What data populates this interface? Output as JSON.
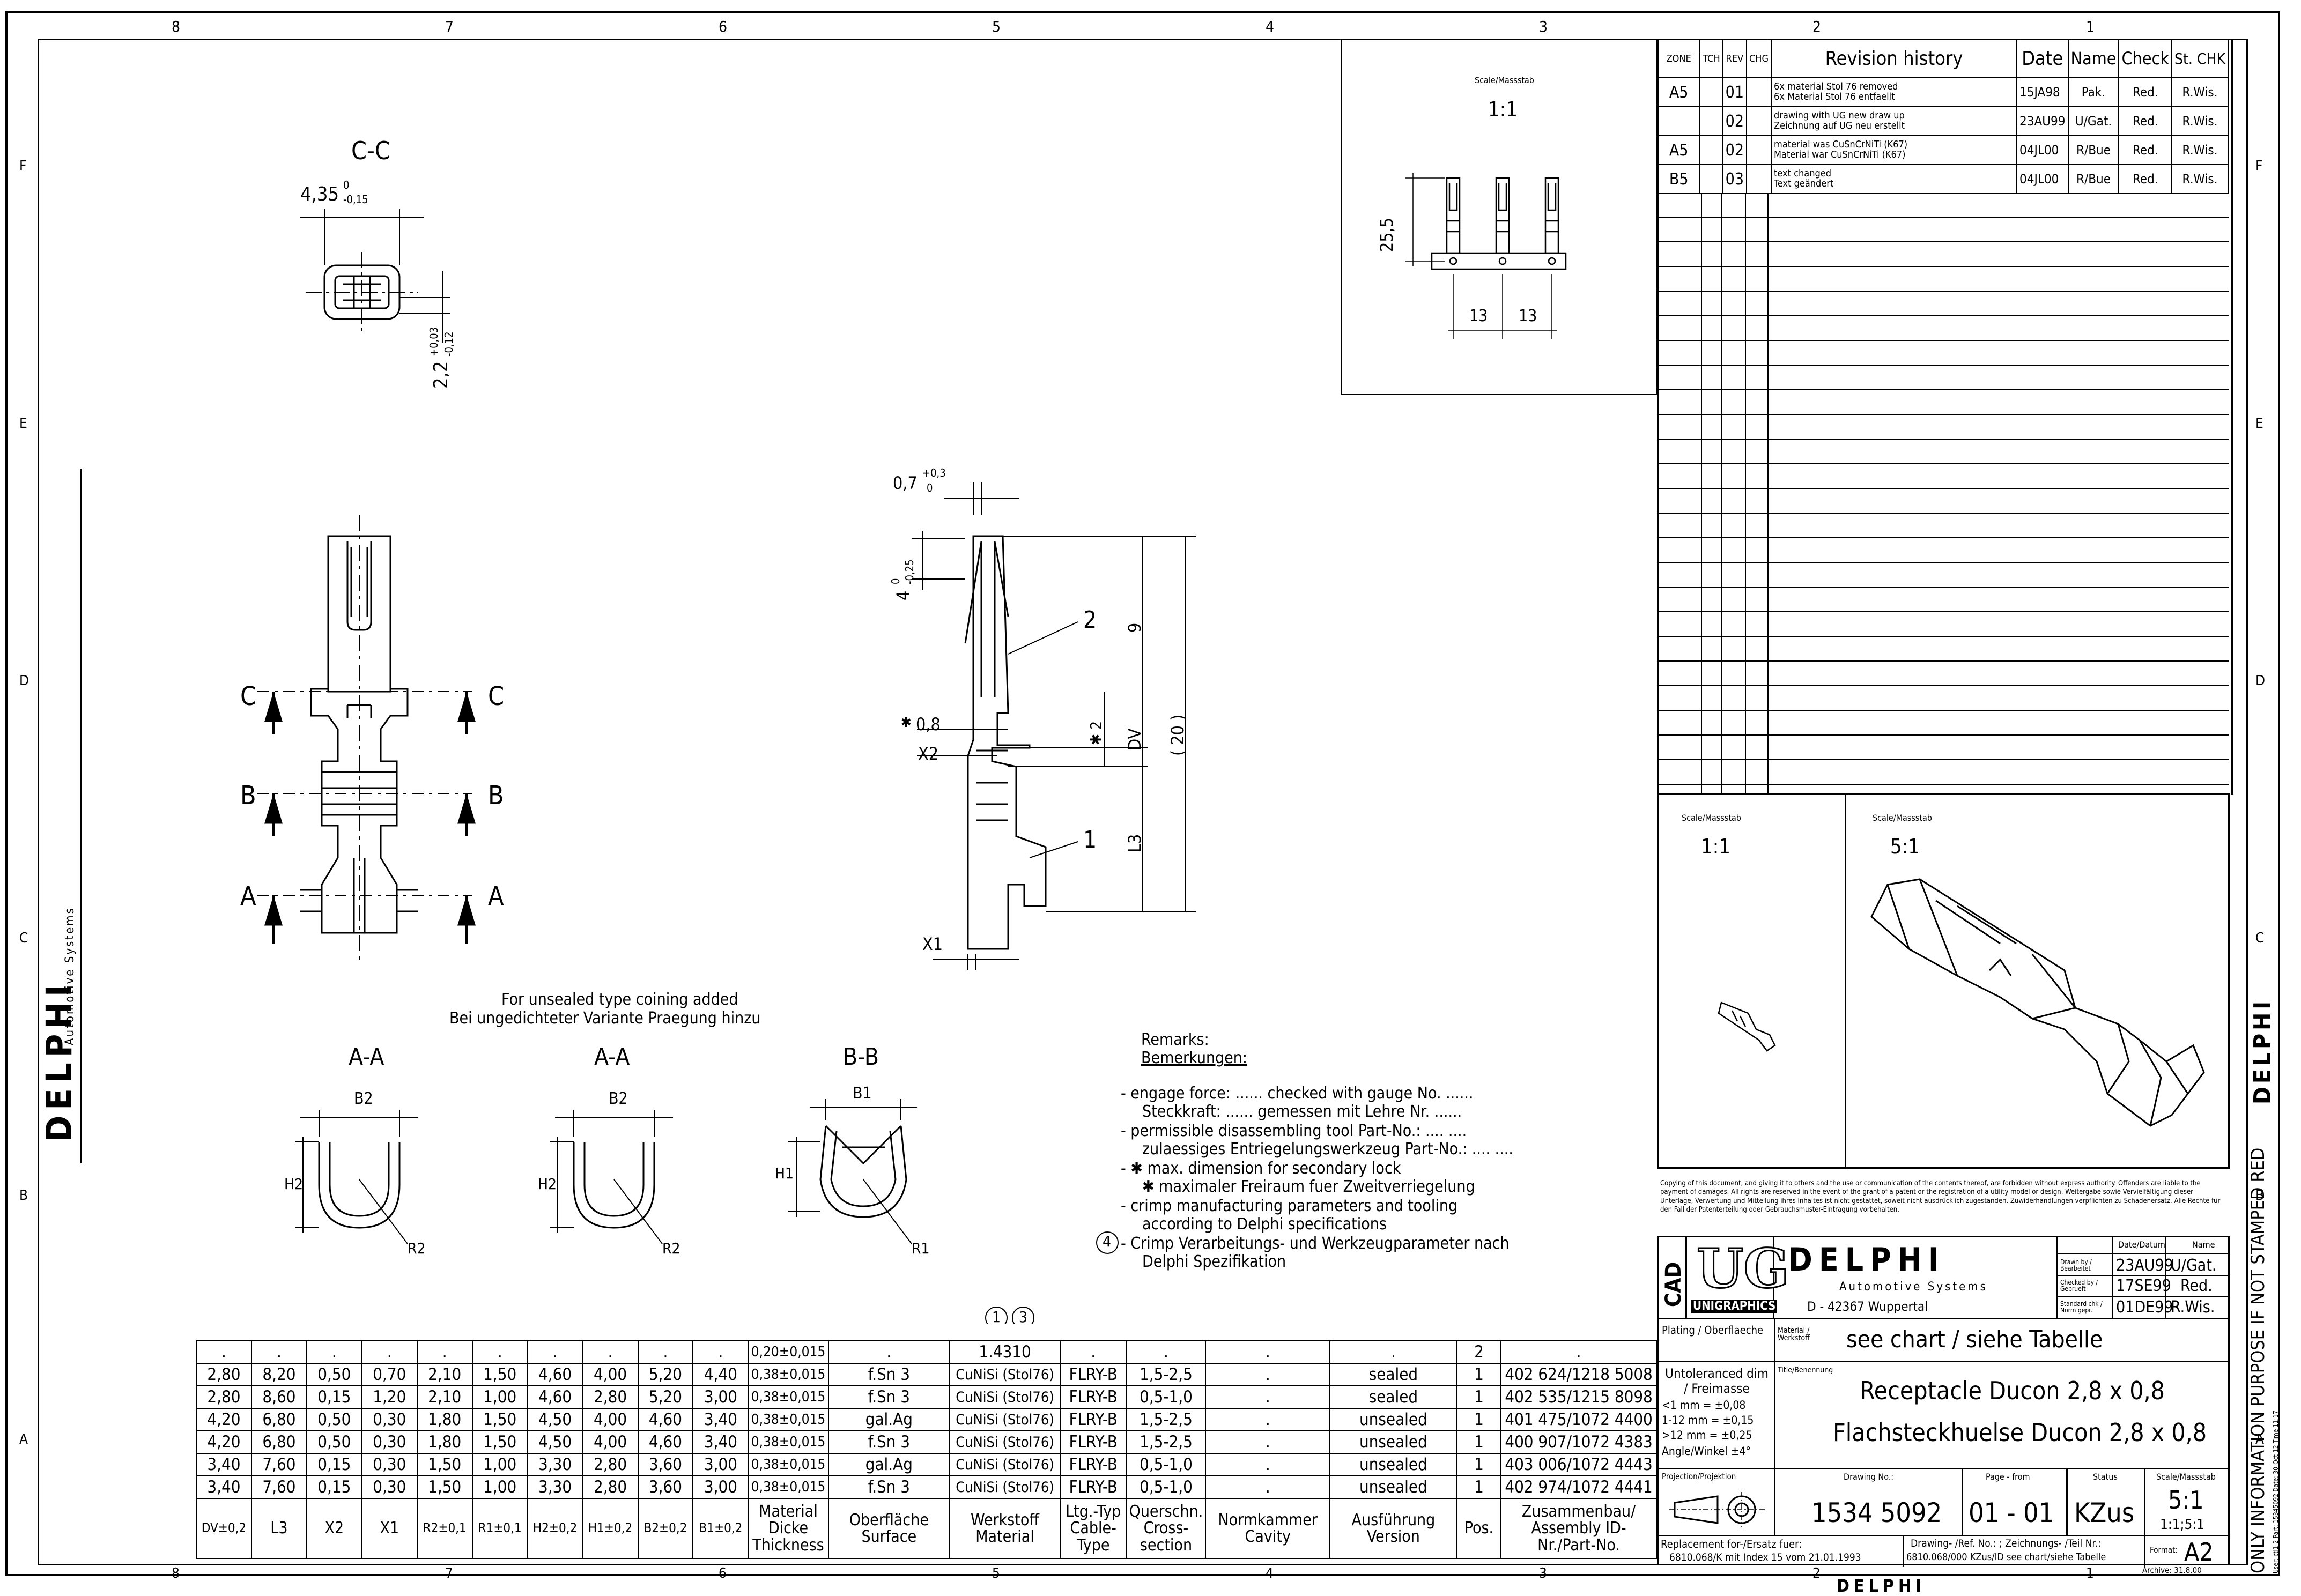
{
  "frame": {
    "columns_top": [
      "8",
      "7",
      "6",
      "5",
      "4",
      "3",
      "2",
      "1"
    ],
    "rows_side": [
      "F",
      "E",
      "D",
      "C",
      "B",
      "A"
    ]
  },
  "vertical_logo": {
    "brand": "DELPHI",
    "tagline": "Automotive Systems"
  },
  "views": {
    "cc_title": "C-C",
    "cc_dim_width": "4,35",
    "cc_dim_width_tol": [
      "0",
      "-0,15"
    ],
    "cc_dim_height": "2,2",
    "cc_dim_height_tol": [
      "+0,03",
      "-0,12"
    ],
    "section_markers": [
      "C",
      "C",
      "B",
      "B",
      "A",
      "A"
    ],
    "note_coining_en": "For unsealed type coining added",
    "note_coining_de": "Bei ungedichteter Variante Praegung hinzu",
    "side_dims": {
      "d07": "0,7",
      "d07_tol": [
        "+0,3",
        "0"
      ],
      "d4": "4",
      "d4_tol": [
        "0",
        "-0,25"
      ],
      "d08": "0,8",
      "d08_mark": "✱",
      "x2": "X2",
      "x1": "X1",
      "l3": "L3",
      "d9": "9",
      "d2": "✱ 2",
      "dv": "DV",
      "d20": "( 20 )",
      "callout2": "2",
      "callout1": "1"
    },
    "sections": [
      {
        "title": "A-A",
        "width": "B2",
        "height": "H2",
        "radius": "R2"
      },
      {
        "title": "A-A",
        "width": "B2",
        "height": "H2",
        "radius": "R2"
      },
      {
        "title": "B-B",
        "width": "B1",
        "height": "H1",
        "radius": "R1"
      }
    ]
  },
  "strip_view": {
    "scale_label": "Scale/Massstab",
    "scale": "1:1",
    "dim_height": "25,5",
    "dim_pitch": [
      "13",
      "13"
    ]
  },
  "remarks": {
    "title_en": "Remarks:",
    "title_de": "Bemerkungen:",
    "lines": [
      "- engage force: ...... checked with gauge No. ......",
      "Steckkraft: ...... gemessen mit Lehre Nr. ......",
      "- permissible disassembling tool Part-No.: .... ....",
      "zulaessiges Entriegelungswerkzeug Part-No.: .... ....",
      "- ✱ max. dimension for secondary lock",
      "✱ maximaler Freiraum fuer Zweitverriegelung",
      "- crimp manufacturing parameters and tooling",
      "according to Delphi specifications",
      "- Crimp Verarbeitungs- und Werkzeugparameter nach",
      "Delphi Spezifikation"
    ],
    "note_marker": "4",
    "table_markers": [
      "1",
      "3"
    ]
  },
  "revision": {
    "headers": [
      "ZONE",
      "TCH",
      "REV",
      "CHG",
      "Revision history",
      "Date",
      "Name",
      "Check",
      "St. CHK"
    ],
    "rows": [
      {
        "zone": "A5",
        "tch": "",
        "rev": "01",
        "chg": "",
        "desc_en": "6x material Stol 76 removed",
        "desc_de": "6x Material Stol 76 entfaellt",
        "date": "15JA98",
        "name": "Pak.",
        "check": "Red.",
        "st": "R.Wis."
      },
      {
        "zone": "",
        "tch": "",
        "rev": "02",
        "chg": "",
        "desc_en": "drawing with UG new draw up",
        "desc_de": "Zeichnung auf UG neu erstellt",
        "date": "23AU99",
        "name": "U/Gat.",
        "check": "Red.",
        "st": "R.Wis."
      },
      {
        "zone": "A5",
        "tch": "",
        "rev": "02",
        "chg": "",
        "desc_en": "material was CuSnCrNiTi (K67)",
        "desc_de": "Material war CuSnCrNiTi (K67)",
        "date": "04JL00",
        "name": "R/Bue",
        "check": "Red.",
        "st": "R.Wis."
      },
      {
        "zone": "B5",
        "tch": "",
        "rev": "03",
        "chg": "",
        "desc_en": "text changed",
        "desc_de": "Text geändert",
        "date": "04JL00",
        "name": "R/Bue",
        "check": "Red.",
        "st": "R.Wis."
      }
    ]
  },
  "iso_views": {
    "label": "Scale/Massstab",
    "small_scale": "1:1",
    "large_scale": "5:1"
  },
  "copyright": "Copying of this document, and giving it to others and the use or communication of the contents thereof, are forbidden without express authority. Offenders are liable to the payment of damages. All rights are reserved in the event of the grant of a patent or the registration of a utility model or design. Weitergabe sowie Vervielfältigung dieser Unterlage, Verwertung und Mitteilung ihres Inhaltes ist nicht gestattet, soweit nicht ausdrücklich zugestanden. Zuwiderhandlungen verpflichten zu Schadenersatz. Alle Rechte für den Fall der Patenterteilung oder Gebrauchsmuster-Eintragung vorbehalten.",
  "title_block": {
    "cad": "CAD",
    "ug": "UG",
    "unigraphics": "UNIGRAPHICS",
    "brand": "DELPHI",
    "tagline": "Automotive Systems",
    "address": "D - 42367 Wuppertal",
    "date_header": "Date/Datum",
    "name_header": "Name",
    "drawn_label": "Drawn by / Bearbeitet",
    "drawn_date": "23AU99",
    "drawn_name": "U/Gat.",
    "checked_label": "Checked by / Geprueft",
    "checked_date": "17SE99",
    "checked_name": "Red.",
    "standard_label": "Standard chk / Norm gepr.",
    "standard_date": "01DE99",
    "standard_name": "R.Wis.",
    "plating_label": "Plating / Oberflaeche",
    "material_label": "Material / Werkstoff",
    "material_value": "see chart / siehe Tabelle",
    "tol_title": "Untoleranced dim / Freimasse",
    "tol_lines": [
      "<1 mm = ±0,08",
      "1-12 mm = ±0,15",
      ">12 mm = ±0,25",
      "Angle/Winkel ±4°"
    ],
    "title_label": "Title/Benennung",
    "title_en": "Receptacle Ducon 2,8 x 0,8",
    "title_de": "Flachsteckhuelse Ducon 2,8 x 0,8",
    "projection_label": "Projection/Projektion",
    "drawing_no_label": "Drawing No.:",
    "drawing_no": "1534 5092",
    "page_label": "Page - from",
    "page_value": "01 - 01",
    "status_label": "Status",
    "status_value": "KZus",
    "scale_label": "Scale/Massstab",
    "scale_value": "5:1",
    "scale_sub": "1:1;5:1",
    "format_label": "Format:",
    "format_value": "A2",
    "replacement": "Replacement for-/Ersatz fuer:",
    "replacement_value": "6810.068/K mit Index 15 vom 21.01.1993",
    "drawing_ref": "Drawing- /Ref. No.: ; Zeichnungs- /Teil Nr.:",
    "drawing_ref_value": "6810.068/000 KZus/ID see chart/siehe Tabelle",
    "archive": "Archive: 31.8.00"
  },
  "parts_table": {
    "top_row": [
      ".",
      ".",
      ".",
      ".",
      ".",
      ".",
      ".",
      ".",
      ".",
      ".",
      "0,20±0,015",
      ".",
      "1.4310",
      ".",
      ".",
      ".",
      ".",
      "2",
      "."
    ],
    "rows": [
      [
        "2,80",
        "8,20",
        "0,50",
        "0,70",
        "2,10",
        "1,50",
        "4,60",
        "4,00",
        "5,20",
        "4,40",
        "0,38±0,015",
        "f.Sn 3",
        "CuNiSi (Stol76)",
        "FLRY-B",
        "1,5-2,5",
        ".",
        "sealed",
        "1",
        "402 624/1218 5008"
      ],
      [
        "2,80",
        "8,60",
        "0,15",
        "1,20",
        "2,10",
        "1,00",
        "4,60",
        "2,80",
        "5,20",
        "3,00",
        "0,38±0,015",
        "f.Sn 3",
        "CuNiSi (Stol76)",
        "FLRY-B",
        "0,5-1,0",
        ".",
        "sealed",
        "1",
        "402 535/1215 8098"
      ],
      [
        "4,20",
        "6,80",
        "0,50",
        "0,30",
        "1,80",
        "1,50",
        "4,50",
        "4,00",
        "4,60",
        "3,40",
        "0,38±0,015",
        "gal.Ag",
        "CuNiSi (Stol76)",
        "FLRY-B",
        "1,5-2,5",
        ".",
        "unsealed",
        "1",
        "401 475/1072 4400"
      ],
      [
        "4,20",
        "6,80",
        "0,50",
        "0,30",
        "1,80",
        "1,50",
        "4,50",
        "4,00",
        "4,60",
        "3,40",
        "0,38±0,015",
        "f.Sn 3",
        "CuNiSi (Stol76)",
        "FLRY-B",
        "1,5-2,5",
        ".",
        "unsealed",
        "1",
        "400 907/1072 4383"
      ],
      [
        "3,40",
        "7,60",
        "0,15",
        "0,30",
        "1,50",
        "1,00",
        "3,30",
        "2,80",
        "3,60",
        "3,00",
        "0,38±0,015",
        "gal.Ag",
        "CuNiSi (Stol76)",
        "FLRY-B",
        "0,5-1,0",
        ".",
        "unsealed",
        "1",
        "403 006/1072 4443"
      ],
      [
        "3,40",
        "7,60",
        "0,15",
        "0,30",
        "1,50",
        "1,00",
        "3,30",
        "2,80",
        "3,60",
        "3,00",
        "0,38±0,015",
        "f.Sn 3",
        "CuNiSi (Stol76)",
        "FLRY-B",
        "0,5-1,0",
        ".",
        "unsealed",
        "1",
        "402 974/1072 4441"
      ]
    ],
    "headers": [
      "DV±0,2",
      "L3",
      "X2",
      "X1",
      "R2±0,1",
      "R1±0,1",
      "H2±0,2",
      "H1±0,2",
      "B2±0,2",
      "B1±0,2",
      "Material Dicke Thickness",
      "Oberfläche Surface",
      "Werkstoff Material",
      "Ltg.-Typ Cable-Type",
      "Querschn. Cross-section",
      "Normkammer Cavity",
      "Ausführung Version",
      "Pos.",
      "Zusammenbau/ Assembly ID-Nr./Part-No."
    ]
  },
  "side_stamp": "ONLY INFORMATION PURPOSE IF NOT STAMPED RED",
  "side_small": "User: ctl1-2  Part: 15345092  Date: 30-Oct-12  Time 11:17",
  "footer_brand": "DELPHI"
}
